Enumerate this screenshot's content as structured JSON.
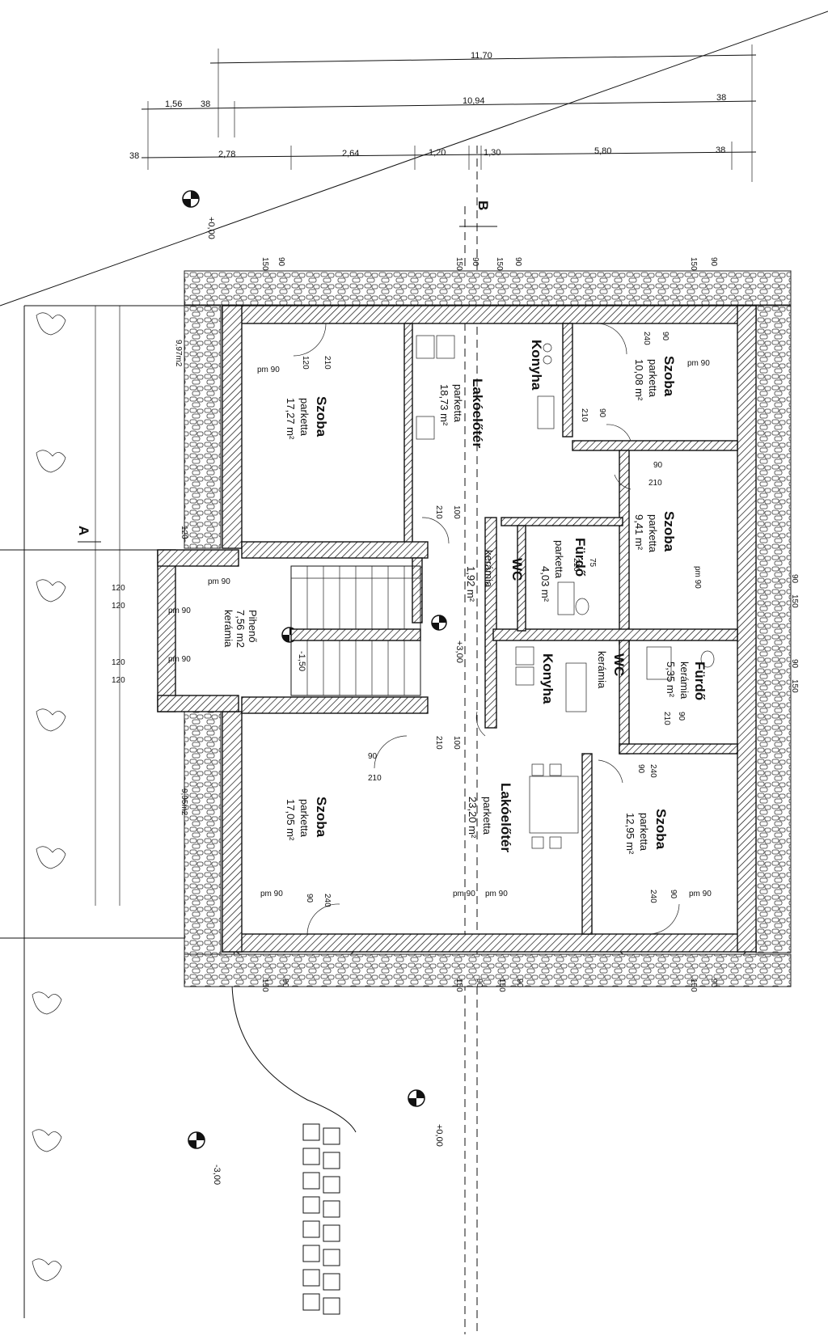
{
  "dimensions": {
    "row1": [
      "11,70"
    ],
    "row2": [
      "1,56",
      "38",
      "10,94",
      "38"
    ],
    "row3": [
      "38",
      "2,78",
      "2,64",
      "1,20",
      "1,30",
      "5,80",
      "38"
    ],
    "right_side": [
      "90",
      "150",
      "90",
      "150"
    ],
    "left_side": [
      "120",
      "120",
      "120",
      "120"
    ],
    "top_windows": [
      "150",
      "90",
      "150",
      "90",
      "150",
      "90",
      "150",
      "90"
    ],
    "bottom_windows": [
      "150",
      "90",
      "150",
      "90",
      "150",
      "90",
      "150",
      "90"
    ],
    "misc": [
      "120",
      "120",
      "90",
      "210",
      "100",
      "210",
      "75",
      "210",
      "210",
      "90",
      "210",
      "90",
      "210",
      "240",
      "90",
      "240",
      "90",
      "240",
      "90",
      "240",
      "90",
      "210",
      "100",
      "210",
      "90"
    ]
  },
  "section_markers": {
    "a": "A",
    "b": "B"
  },
  "levels": {
    "top_left": "+0,00",
    "bottom": "+0,00",
    "bottom_left": "-3,00",
    "stair_up": "+3,00",
    "stair_down": "-1,50"
  },
  "rooms": {
    "szoba_tl": {
      "name": "Szoba",
      "floor": "parketta",
      "area": "17,27 m²",
      "pm": "pm 90"
    },
    "lakoter_t": {
      "name": "Lakóelőtér",
      "floor": "parketta",
      "area": "18,73 m²"
    },
    "konyha_t": {
      "name": "Konyha"
    },
    "szoba_tr": {
      "name": "Szoba",
      "floor": "parketta",
      "area": "10,08 m²",
      "pm": "pm 90"
    },
    "szoba_r": {
      "name": "Szoba",
      "floor": "parketta",
      "area": "9,41 m²",
      "pm": "pm 90"
    },
    "furdo_t": {
      "name": "Fürdő",
      "floor": "parketta",
      "area": "4,03 m²"
    },
    "wc_t": {
      "name": "WC",
      "floor": "kerámia",
      "area": "1,92 m²"
    },
    "pihenő": {
      "name": "Pihenő",
      "area": "7,56 m2",
      "floor": "kerámia",
      "pm1": "pm 90",
      "pm2": "pm 90",
      "pm3": "pm 90"
    },
    "konyha_b": {
      "name": "Konyha"
    },
    "wc_b": {
      "name": "WC",
      "floor": "kerámia"
    },
    "furdo_b": {
      "name": "Fürdő",
      "floor": "kerámia",
      "area": "5,35 m²"
    },
    "szoba_bl": {
      "name": "Szoba",
      "floor": "parketta",
      "area": "17,05 m²",
      "pm": "pm 90"
    },
    "lakoter_b": {
      "name": "Lakóelőtér",
      "floor": "parketta",
      "area": "23,20 m²",
      "pm1": "pm 90",
      "pm2": "pm 90"
    },
    "szoba_br": {
      "name": "Szoba",
      "floor": "parketta",
      "area": "12,95 m²",
      "pm": "pm 90"
    }
  },
  "terrace": {
    "top": "9,97m2",
    "bottom": "9,95m2"
  }
}
